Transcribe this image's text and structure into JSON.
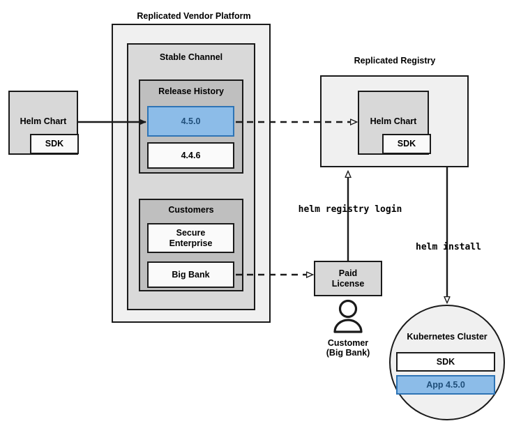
{
  "diagram": {
    "title_vendor_platform": "Replicated Vendor Platform",
    "title_registry": "Replicated Registry",
    "colors": {
      "accent_blue_fill": "#8CBCE8",
      "accent_blue_border": "#2E74B5",
      "accent_blue_text": "#1F4E79",
      "container_lightest": "#F0F0F0",
      "container_mid": "#D9D9D9",
      "container_dark": "#BFBFBF",
      "box_white": "#FAFAFA",
      "box_grey": "#D8D8D8",
      "stroke": "#1A1A1A"
    }
  },
  "source_chart": {
    "helm_chart_label": "Helm Chart",
    "sdk_label": "SDK"
  },
  "vendor_platform": {
    "label": "Replicated Vendor Platform",
    "stable_channel": {
      "label": "Stable Channel",
      "release_history": {
        "label": "Release History",
        "releases": [
          {
            "version": "4.5.0",
            "highlighted": true
          },
          {
            "version": "4.4.6",
            "highlighted": false
          }
        ]
      },
      "customers": {
        "label": "Customers",
        "items": [
          {
            "name": "Secure\nEnterprise"
          },
          {
            "name": "Big Bank"
          }
        ]
      }
    }
  },
  "registry": {
    "label": "Replicated Registry",
    "helm_chart_label": "Helm Chart",
    "sdk_label": "SDK"
  },
  "license": {
    "label": "Paid\nLicense",
    "customer_icon_name": "person-icon",
    "customer_caption": "Customer\n(Big Bank)"
  },
  "commands": {
    "registry_login": "helm registry login",
    "install": "helm install"
  },
  "cluster": {
    "label": "Kubernetes Cluster",
    "items": [
      {
        "name": "SDK",
        "highlighted": false
      },
      {
        "name": "App 4.5.0",
        "highlighted": true
      }
    ]
  }
}
